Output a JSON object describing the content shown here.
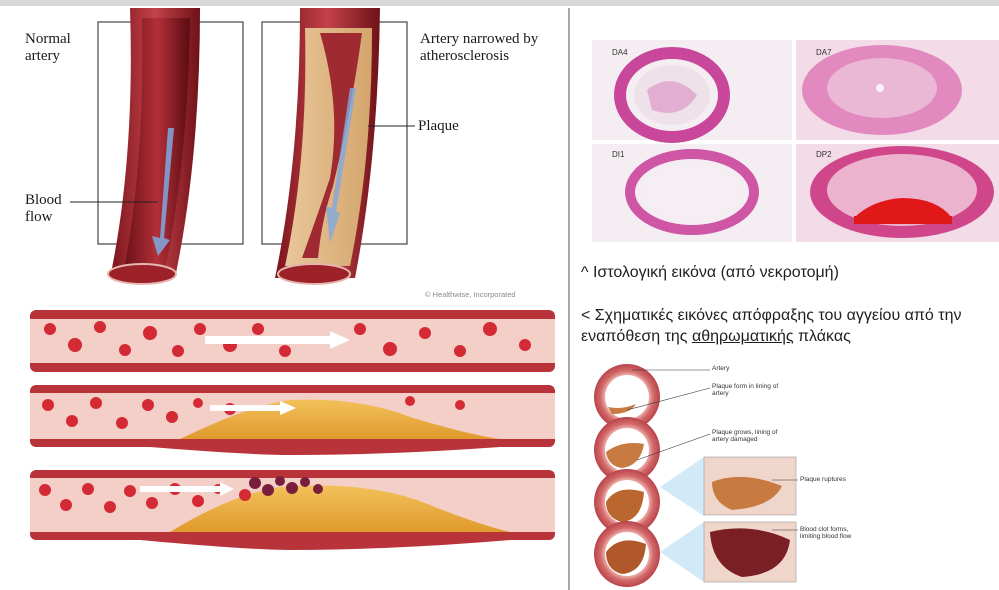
{
  "left": {
    "normal_artery": "Normal artery",
    "narrowed_artery": "Artery narrowed by atherosclerosis",
    "plaque": "Plaque",
    "blood_flow": "Blood flow",
    "credit": "© Healthwise, Incorporated"
  },
  "histology": {
    "labels": [
      "DA4",
      "DA7",
      "DI1",
      "DP2"
    ]
  },
  "right": {
    "histology_caption": "^ Ιστολογική εικόνα (από νεκροτομή)",
    "schematic_caption_1": "< Σχηματικές  εικόνες απόφραξης του αγγείου από την εναπόθεση της ",
    "schematic_caption_underlined": "αθηρωματικής",
    "schematic_caption_2": " πλάκας"
  },
  "stages": {
    "artery": "Artery",
    "plaque_form": "Plaque form in lining of artery",
    "plaque_grows": "Plaque grows, lining of artery damaged",
    "plaque_rupture": "Plaque ruptures",
    "blood_clot": "Blood clot forms, limiting blood flow"
  },
  "colors": {
    "artery_wall": "#b8343a",
    "lumen": "#8e1f26",
    "plaque": "#e8b04a",
    "blood_cell": "#d42a35",
    "flow_arrow": "#7fa9e0",
    "stain_pink": "#d86ab0"
  }
}
